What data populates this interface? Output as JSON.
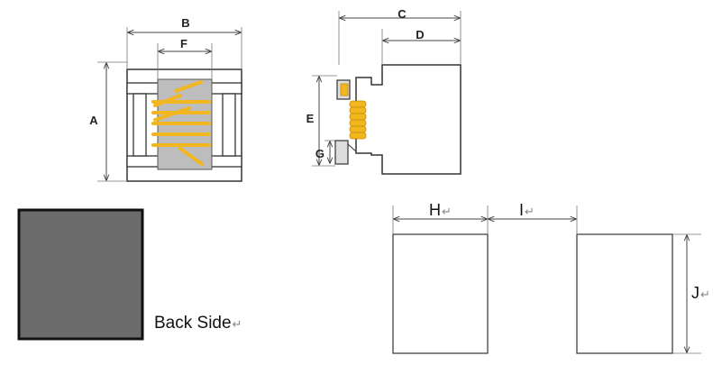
{
  "labels": {
    "a": "A",
    "b": "B",
    "c": "C",
    "d": "D",
    "e": "E",
    "f": "F",
    "g": "G",
    "h": "H",
    "i": "I",
    "j": "J",
    "back_side": "Back Side"
  },
  "return_mark": "↵",
  "colors": {
    "winding": "#f2b61f",
    "winding_dark": "#c98a00",
    "core": "#bdbdbd",
    "back_fill": "#6b6b6b",
    "outline": "#333333"
  }
}
